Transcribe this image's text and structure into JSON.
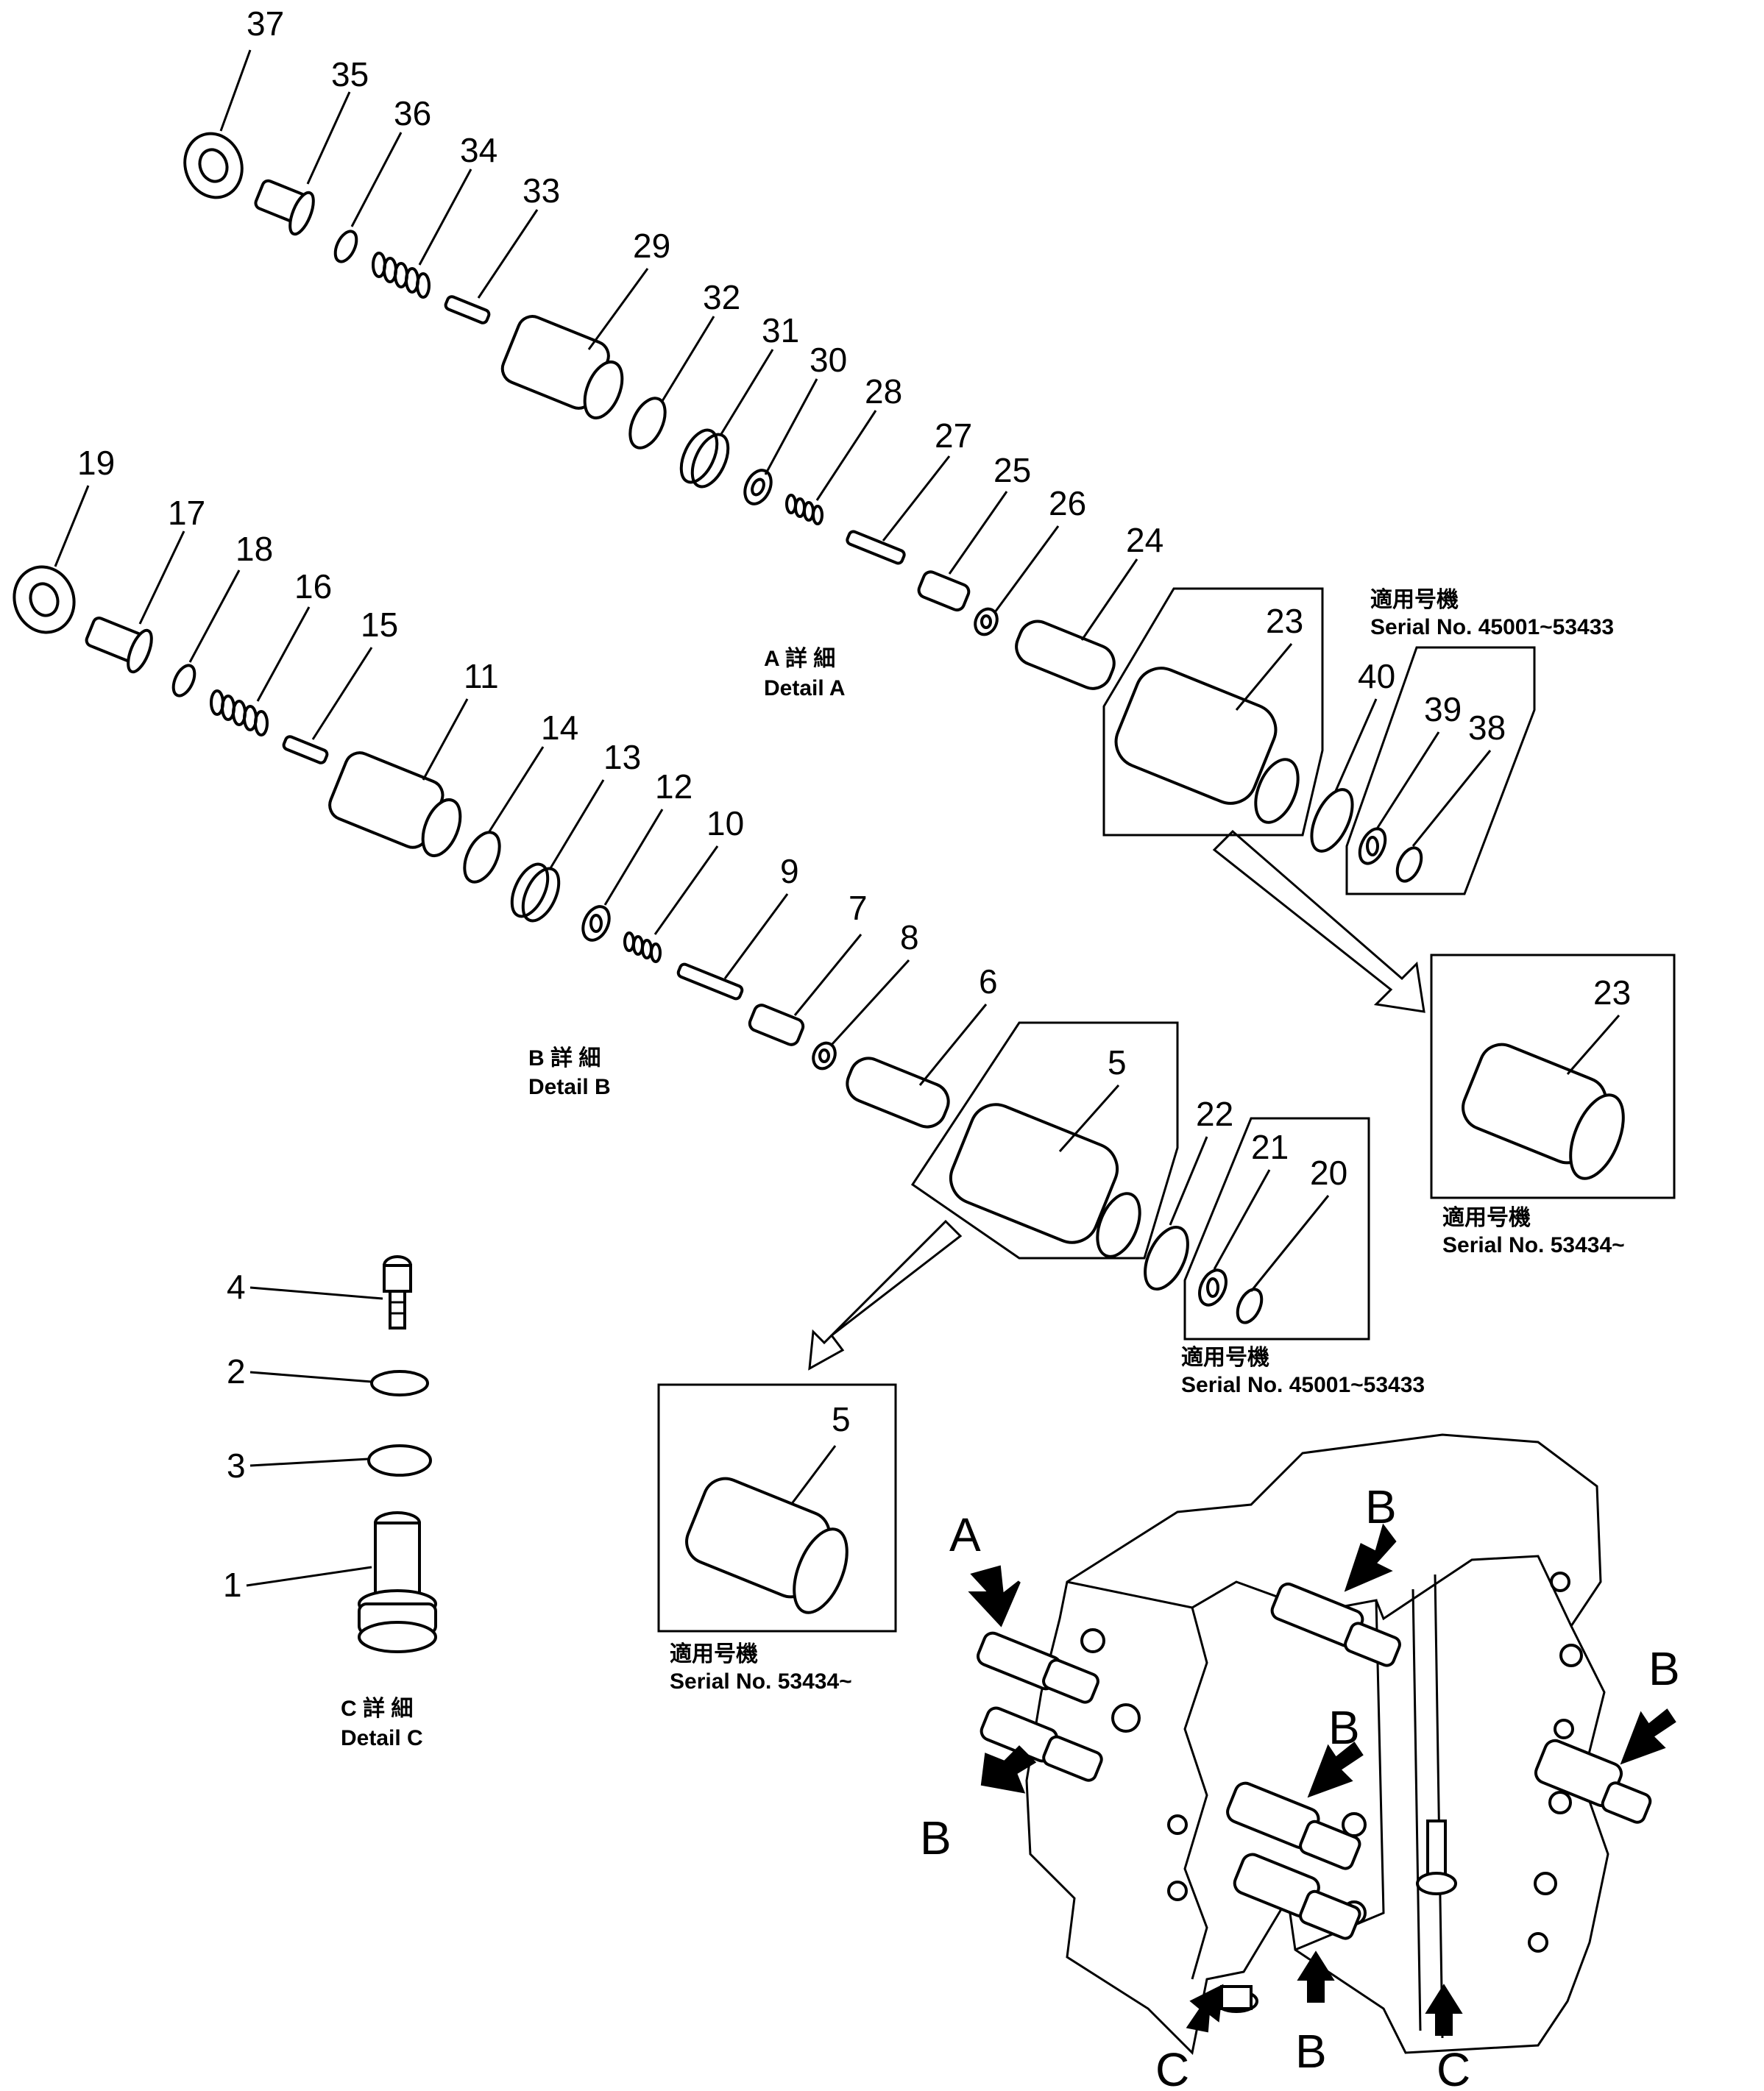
{
  "detail_a": {
    "jp": "A 詳 細",
    "en": "Detail A",
    "parts": [
      "37",
      "35",
      "36",
      "34",
      "33",
      "29",
      "32",
      "31",
      "30",
      "28",
      "27",
      "25",
      "26",
      "24",
      "23",
      "40",
      "39",
      "38"
    ],
    "serial_jp": "適用号機",
    "serial_old": "Serial  No.  45001~53433",
    "serial_new": "Serial  No.  53434~",
    "new_part": "23"
  },
  "detail_b": {
    "jp": "B 詳 細",
    "en": "Detail B",
    "parts": [
      "19",
      "17",
      "18",
      "16",
      "15",
      "11",
      "14",
      "13",
      "12",
      "10",
      "9",
      "7",
      "8",
      "6",
      "5",
      "22",
      "21",
      "20"
    ],
    "serial_jp": "適用号機",
    "serial_old": "Serial  No.  45001~53433",
    "serial_new": "Serial  No.  53434~",
    "new_part": "5"
  },
  "detail_c": {
    "jp": "C 詳 細",
    "en": "Detail C",
    "parts": [
      "4",
      "2",
      "3",
      "1"
    ]
  },
  "assembly": {
    "labels": [
      "A",
      "B",
      "B",
      "B",
      "B",
      "B",
      "C",
      "B",
      "C"
    ]
  }
}
